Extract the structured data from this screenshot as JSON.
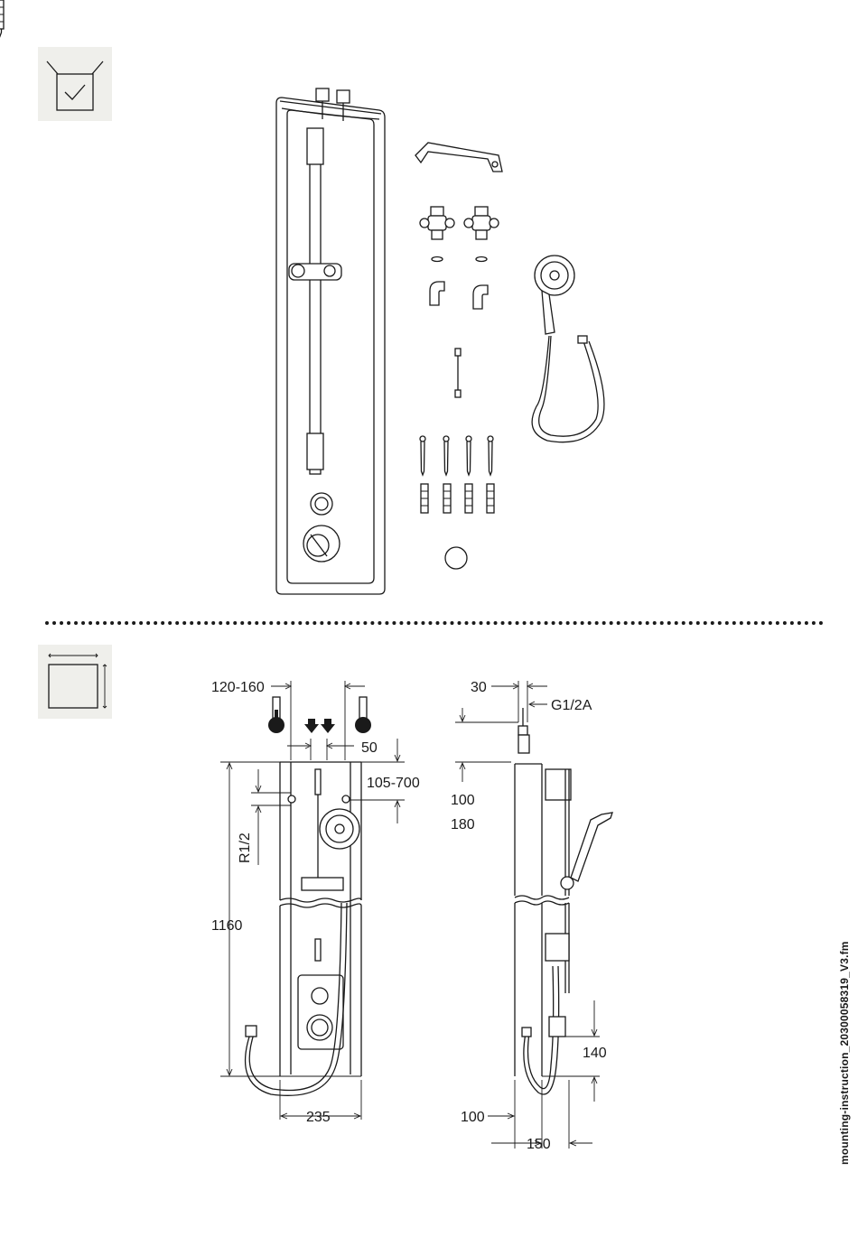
{
  "icons": {
    "scope_icon": "box-check-icon",
    "dimensions_icon": "dimensions-icon"
  },
  "dimensions": {
    "front": {
      "d_120_160": "120-160",
      "d_50": "50",
      "d_105_700": "105-700",
      "d_r12": "R1/2",
      "d_1160": "1160",
      "d_235": "235"
    },
    "side": {
      "d_30": "30",
      "d_g12a": "G1/2A",
      "d_100": "100",
      "d_180": "180",
      "d_140": "140",
      "d_100b": "100",
      "d_150": "150"
    }
  },
  "footer": {
    "filename": "mounting-instruction_20300058319_V3.fm"
  }
}
